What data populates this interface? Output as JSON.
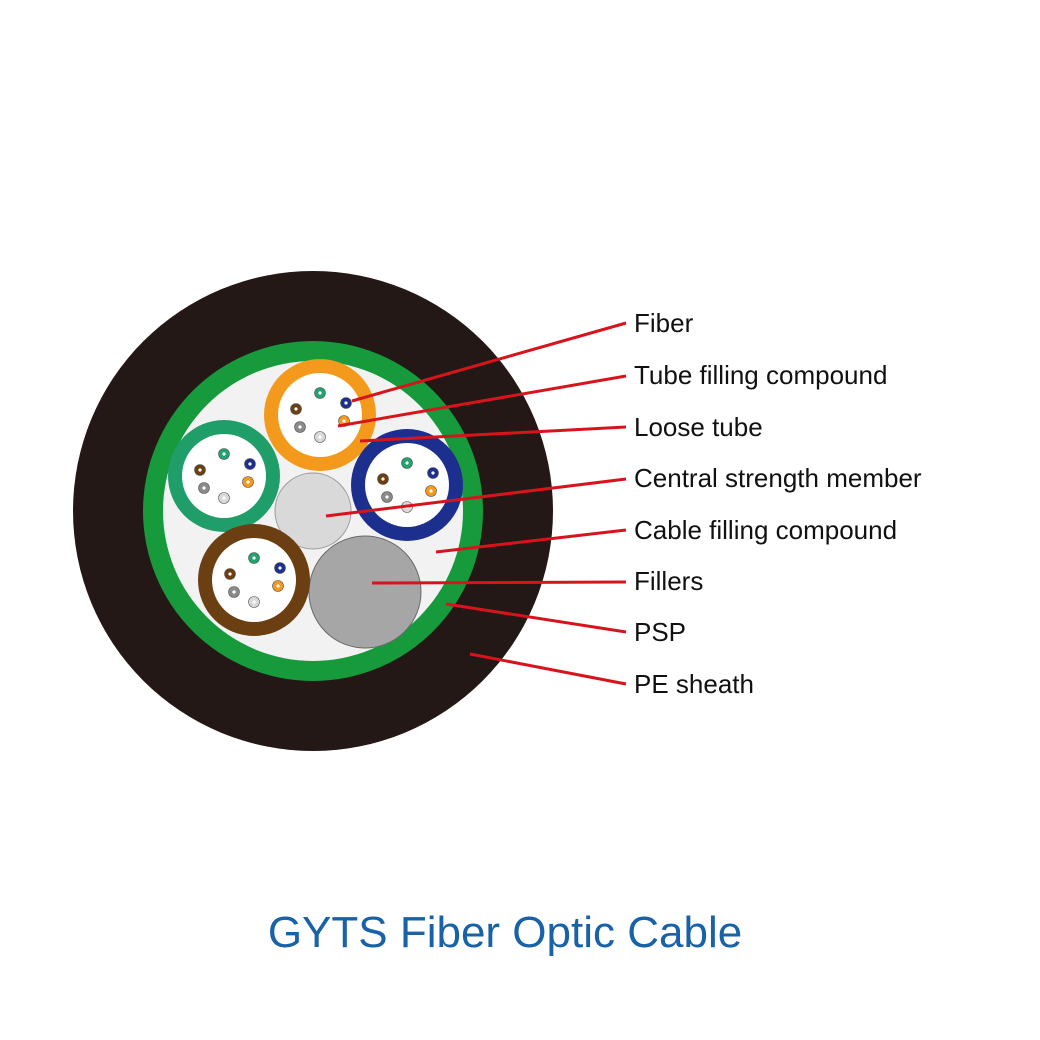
{
  "caption": "GYTS Fiber Optic Cable",
  "labels": [
    "Fiber",
    "Tube filling compound",
    "Loose tube",
    "Central strength member",
    "Cable filling compound",
    "Fillers",
    "PSP",
    "PE sheath"
  ],
  "colors": {
    "pe_sheath": "#231815",
    "psp": "#169a3c",
    "cable_filling": "#f2f2f2",
    "leader_line": "#d7141c",
    "caption": "#1a62a8",
    "tube_orange": "#f39a1d",
    "tube_green": "#1f9e6a",
    "tube_blue": "#1d2f8e",
    "tube_brown": "#6b3f12",
    "central_member": "#d9d9d9",
    "filler": "#a6a6a6"
  },
  "loose_tubes": [
    {
      "name": "orange-tube",
      "color": "#f39a1d"
    },
    {
      "name": "green-tube",
      "color": "#1f9e6a"
    },
    {
      "name": "blue-tube",
      "color": "#1d2f8e"
    },
    {
      "name": "brown-tube",
      "color": "#6b3f12"
    }
  ],
  "fiber_colors": [
    "#20a36e",
    "#1d2f8e",
    "#f39a1d",
    "#d9d9d9",
    "#8a8a8a",
    "#6b3f12"
  ]
}
